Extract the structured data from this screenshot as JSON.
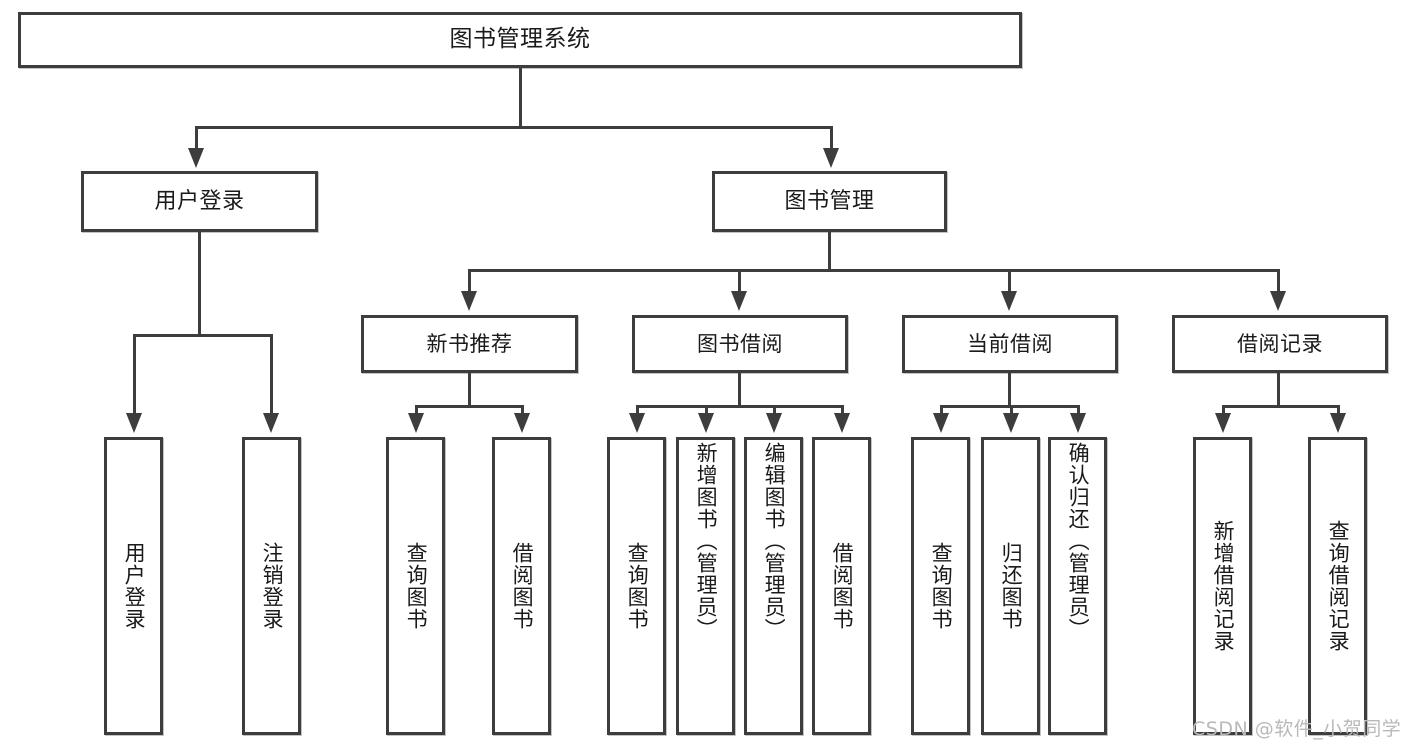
{
  "diagram": {
    "type": "tree-hierarchy-flowchart",
    "root": {
      "label": "图书管理系统"
    },
    "level1": [
      {
        "label": "用户登录"
      },
      {
        "label": "图书管理"
      }
    ],
    "level2": [
      {
        "label": "新书推荐"
      },
      {
        "label": "图书借阅"
      },
      {
        "label": "当前借阅"
      },
      {
        "label": "借阅记录"
      }
    ],
    "leaves": {
      "user_login": [
        {
          "label": "用户登录"
        },
        {
          "label": "注销登录"
        }
      ],
      "new_book_recommend": [
        {
          "label": "查询图书"
        },
        {
          "label": "借阅图书"
        }
      ],
      "book_borrow": [
        {
          "label": "查询图书"
        },
        {
          "label": "新增图书（管理员）"
        },
        {
          "label": "编辑图书（管理员）"
        },
        {
          "label": "借阅图书"
        }
      ],
      "current_borrow": [
        {
          "label": "查询图书"
        },
        {
          "label": "归还图书"
        },
        {
          "label": "确认归还（管理员）"
        }
      ],
      "borrow_record": [
        {
          "label": "新增借阅记录"
        },
        {
          "label": "查询借阅记录"
        }
      ]
    }
  },
  "watermark": {
    "text": "CSDN @软件_小贺同学"
  },
  "colors": {
    "border": "#3d3d3d",
    "text": "#1a1a1a",
    "background": "#ffffff",
    "watermark": "#b9b9b9"
  }
}
